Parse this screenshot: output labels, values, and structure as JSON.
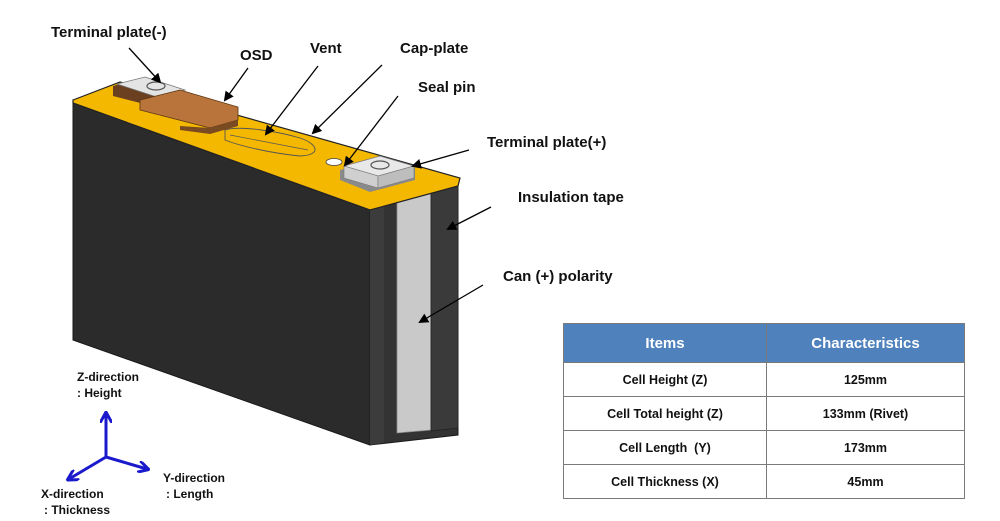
{
  "diagram": {
    "subject": "Prismatic battery cell",
    "callouts": {
      "terminal_minus": "Terminal plate(-)",
      "osd": "OSD",
      "vent": "Vent",
      "cap_plate": "Cap-plate",
      "seal_pin": "Seal pin",
      "terminal_plus": "Terminal plate(+)",
      "insulation_tape": "Insulation tape",
      "can_polarity": "Can (+) polarity"
    },
    "axes": {
      "z": {
        "line1": "Z-direction",
        "line2": ": Height"
      },
      "y": {
        "line1": "Y-direction",
        "line2": ": Length"
      },
      "x": {
        "line1": "X-direction",
        "line2": ": Thickness"
      }
    },
    "colors": {
      "cap_plate": "#f5b800",
      "body": "#2b2b2b",
      "side_band": "#c8c8c8",
      "osd": "#b8743a",
      "terminal": "#d8d8d8",
      "axis_arrows": "#1a1acc"
    }
  },
  "specs_table": {
    "headers": [
      "Items",
      "Characteristics"
    ],
    "rows": [
      {
        "item": "Cell Height (Z)",
        "value": "125mm"
      },
      {
        "item": "Cell Total height (Z)",
        "value": "133mm (Rivet)"
      },
      {
        "item": "Cell Length  (Y)",
        "value": "173mm"
      },
      {
        "item": "Cell Thickness (X)",
        "value": "45mm"
      }
    ],
    "header_color": "#4f81bd"
  }
}
